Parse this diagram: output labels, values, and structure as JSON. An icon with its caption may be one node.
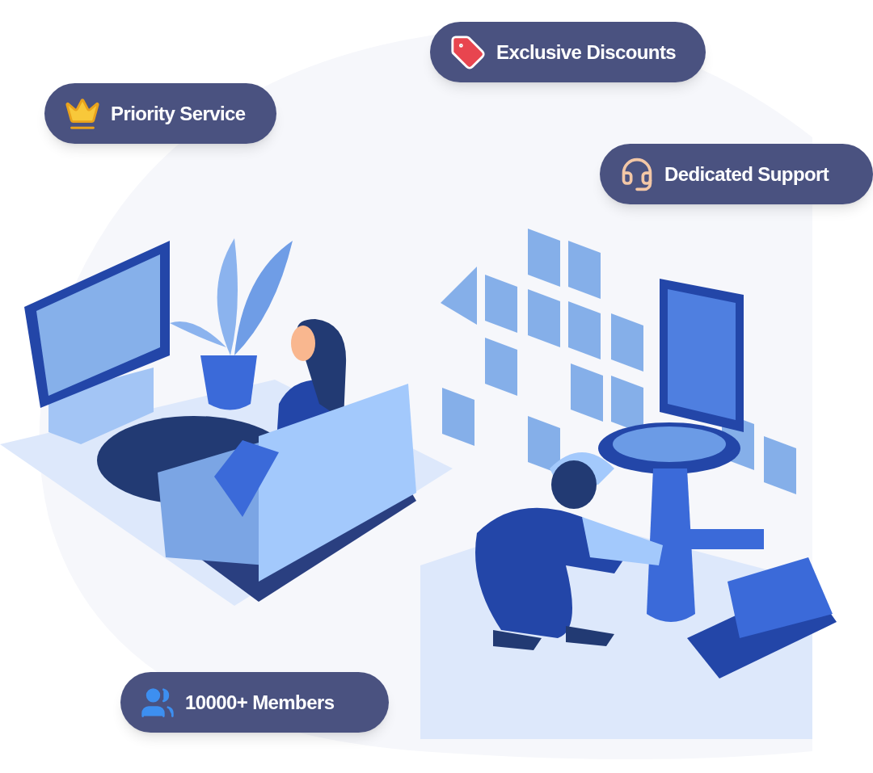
{
  "diagram": {
    "nodes": [
      {
        "text": [
          "Exclusive Discounts"
        ]
      },
      {
        "text": [
          "Priority Service"
        ]
      },
      {
        "text": [
          "Dedicated Support"
        ]
      },
      {
        "text": [
          "10000+ Members"
        ]
      }
    ]
  }
}
